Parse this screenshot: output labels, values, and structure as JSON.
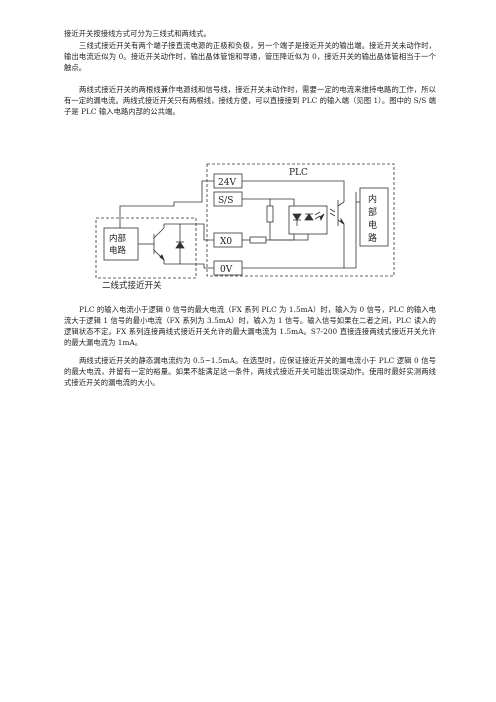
{
  "paragraphs": [
    "接近开关按接线方式可分为三线式和两线式。",
    "三线式接近开关有两个端子接直流电源的正极和负极，另一个端子是接近开关的输出端。接近开关未动作时，输出电流近似为 0。接近开关动作时，输出晶体管饱和导通，管压降近似为 0，接近开关的输出晶体管相当于一个触点。",
    "两线式接近开关的两根线兼作电源线和信号线，接近开关未动作时，需要一定的电流来维持电路的工作，所以有一定的漏电流。两线式接近开关只有两根线，接线方便，可以直接接到 PLC 的输入端（见图 1）。图中的 S/S 端子是 PLC 输入电路内部的公共端。",
    "PLC 的输入电流小于逻辑 0 信号的最大电流（FX 系列 PLC 为 1.5mA）时，输入为 0 信号，PLC 的输入电流大于逻辑 1 信号的最小电流（FX 系列为 3.5mA）时，输入为 1 信号。输入信号如果在二者之间，PLC 读入的逻辑状态不定。FX 系列连接两线式接近开关允许的最大漏电流为 1.5mA。S7-200 直接连接两线式接近开关允许的最大漏电流为 1mA。",
    "两线式接近开关的静态漏电流约为 0.5~1.5mA。在选型时，应保证接近开关的漏电流小于 PLC 逻辑 0 信号的最大电流，并留有一定的裕量。如果不能满足这一条件，两线式接近开关可能出现误动作。使用时最好实测两线式接近开关的漏电流的大小。"
  ],
  "diagram": {
    "plc_label": "PLC",
    "terminal_24v": "24V",
    "terminal_ss": "S/S",
    "terminal_x0": "X0",
    "terminal_0v": "0V",
    "switch_inner_line1": "内部",
    "switch_inner_line2": "电路",
    "switch_caption": "二线式接近开关",
    "plc_inner_chars": [
      "内",
      "部",
      "电",
      "路"
    ]
  }
}
